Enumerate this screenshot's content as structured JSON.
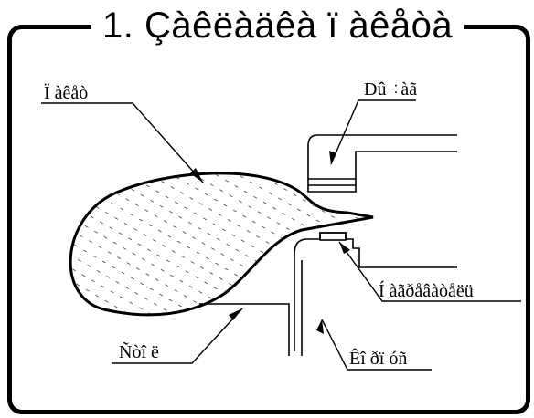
{
  "title": "1. Çàêëàäêà ï àêåòà",
  "labels": {
    "packet": "Ï àêåò",
    "lever": "Ðû ÷àã",
    "magnet": "Í àãðåâàòåëü",
    "table": "Ñòî ë",
    "housing": "Êî ðï óñ"
  },
  "colors": {
    "stroke": "#000000",
    "background": "#ffffff"
  }
}
